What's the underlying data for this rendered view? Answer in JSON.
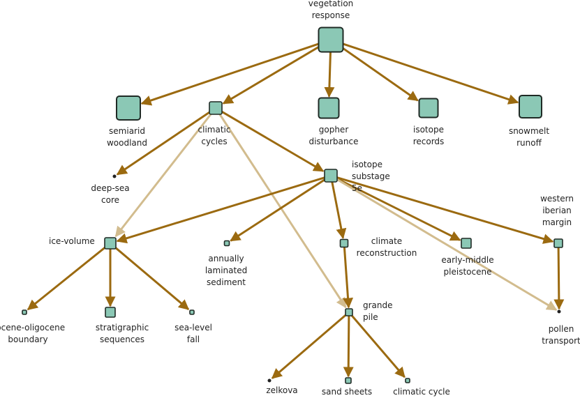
{
  "colors": {
    "edge_primary": "#9b6a10",
    "edge_secondary": "#d2bc8e",
    "node_fill": "#8bc8b5",
    "node_stroke": "#1f2a25"
  },
  "nodes": [
    {
      "id": "vegetation-response",
      "lines": [
        "vegetation",
        "response"
      ]
    },
    {
      "id": "semiarid-woodland",
      "lines": [
        "semiarid",
        "woodland"
      ]
    },
    {
      "id": "climatic-cycles",
      "lines": [
        "climatic",
        "cycles"
      ]
    },
    {
      "id": "gopher-disturbance",
      "lines": [
        "gopher",
        "disturbance"
      ]
    },
    {
      "id": "isotope-records",
      "lines": [
        "isotope",
        "records"
      ]
    },
    {
      "id": "snowmelt-runoff",
      "lines": [
        "snowmelt",
        "runoff"
      ]
    },
    {
      "id": "deep-sea-core",
      "lines": [
        "deep-sea",
        "core"
      ]
    },
    {
      "id": "isotope-substage-5e",
      "lines": [
        "isotope",
        "substage",
        "5e"
      ]
    },
    {
      "id": "western-iberian-margin",
      "lines": [
        "western",
        "iberian",
        "margin"
      ]
    },
    {
      "id": "ice-volume",
      "lines": [
        "ice-volume"
      ]
    },
    {
      "id": "annually-laminated-sediment",
      "lines": [
        "annually",
        "laminated",
        "sediment"
      ]
    },
    {
      "id": "climate-reconstruction",
      "lines": [
        "climate",
        "reconstruction"
      ]
    },
    {
      "id": "early-middle-pleistocene",
      "lines": [
        "early-middle",
        "pleistocene"
      ]
    },
    {
      "id": "eocene-oligocene-boundary",
      "lines": [
        "eocene-oligocene",
        "boundary"
      ]
    },
    {
      "id": "stratigraphic-sequences",
      "lines": [
        "stratigraphic",
        "sequences"
      ]
    },
    {
      "id": "sea-level-fall",
      "lines": [
        "sea-level",
        "fall"
      ]
    },
    {
      "id": "grande-pile",
      "lines": [
        "grande",
        "pile"
      ]
    },
    {
      "id": "pollen-transport",
      "lines": [
        "pollen",
        "transport"
      ]
    },
    {
      "id": "zelkova",
      "lines": [
        "zelkova"
      ]
    },
    {
      "id": "sand-sheets",
      "lines": [
        "sand sheets"
      ]
    },
    {
      "id": "climatic-cycle",
      "lines": [
        "climatic cycle"
      ]
    }
  ],
  "edges": [
    {
      "from": "vegetation-response",
      "to": "semiarid-woodland",
      "kind": "primary"
    },
    {
      "from": "vegetation-response",
      "to": "climatic-cycles",
      "kind": "primary"
    },
    {
      "from": "vegetation-response",
      "to": "gopher-disturbance",
      "kind": "primary"
    },
    {
      "from": "vegetation-response",
      "to": "isotope-records",
      "kind": "primary"
    },
    {
      "from": "vegetation-response",
      "to": "snowmelt-runoff",
      "kind": "primary"
    },
    {
      "from": "climatic-cycles",
      "to": "deep-sea-core",
      "kind": "primary"
    },
    {
      "from": "climatic-cycles",
      "to": "isotope-substage-5e",
      "kind": "primary"
    },
    {
      "from": "climatic-cycles",
      "to": "ice-volume",
      "kind": "secondary"
    },
    {
      "from": "climatic-cycles",
      "to": "grande-pile",
      "kind": "secondary"
    },
    {
      "from": "isotope-substage-5e",
      "to": "ice-volume",
      "kind": "primary"
    },
    {
      "from": "isotope-substage-5e",
      "to": "annually-laminated-sediment",
      "kind": "primary"
    },
    {
      "from": "isotope-substage-5e",
      "to": "climate-reconstruction",
      "kind": "primary"
    },
    {
      "from": "isotope-substage-5e",
      "to": "early-middle-pleistocene",
      "kind": "primary"
    },
    {
      "from": "isotope-substage-5e",
      "to": "western-iberian-margin",
      "kind": "primary"
    },
    {
      "from": "isotope-substage-5e",
      "to": "pollen-transport",
      "kind": "secondary"
    },
    {
      "from": "ice-volume",
      "to": "eocene-oligocene-boundary",
      "kind": "primary"
    },
    {
      "from": "ice-volume",
      "to": "stratigraphic-sequences",
      "kind": "primary"
    },
    {
      "from": "ice-volume",
      "to": "sea-level-fall",
      "kind": "primary"
    },
    {
      "from": "climate-reconstruction",
      "to": "grande-pile",
      "kind": "primary"
    },
    {
      "from": "western-iberian-margin",
      "to": "pollen-transport",
      "kind": "primary"
    },
    {
      "from": "grande-pile",
      "to": "zelkova",
      "kind": "primary"
    },
    {
      "from": "grande-pile",
      "to": "sand-sheets",
      "kind": "primary"
    },
    {
      "from": "grande-pile",
      "to": "climatic-cycle",
      "kind": "primary"
    }
  ]
}
